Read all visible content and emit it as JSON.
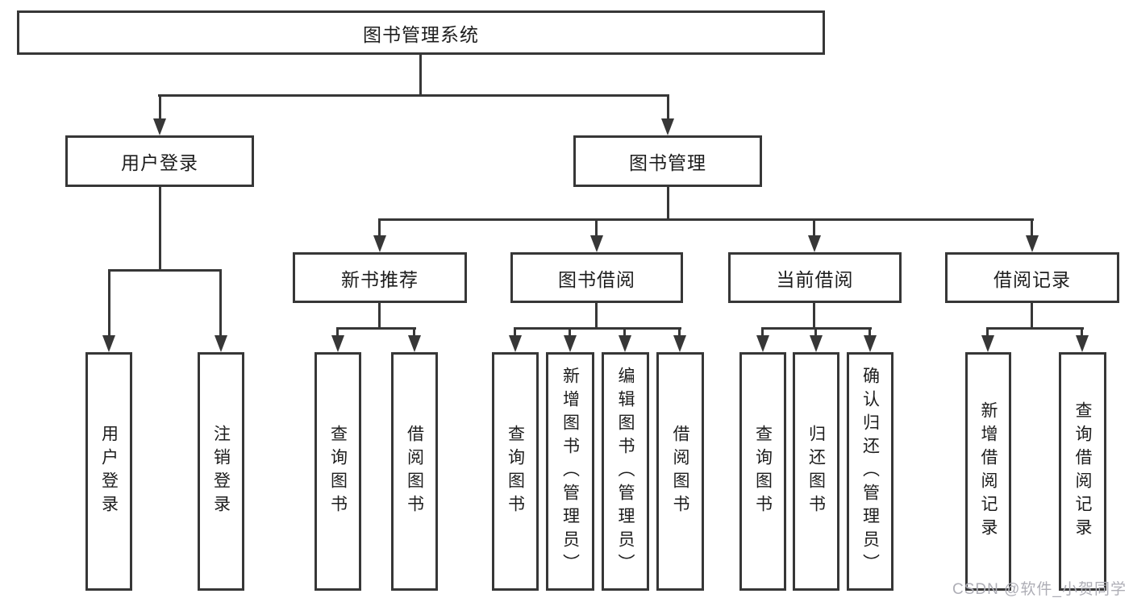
{
  "diagram": {
    "root": "图书管理系统",
    "branches": [
      {
        "label": "用户登录",
        "children": [
          "用户登录",
          "注销登录"
        ]
      },
      {
        "label": "图书管理",
        "groups": [
          {
            "label": "新书推荐",
            "children": [
              "查询图书",
              "借阅图书"
            ]
          },
          {
            "label": "图书借阅",
            "children": [
              "查询图书",
              "新增图书（管理员）",
              "编辑图书（管理员）",
              "借阅图书"
            ]
          },
          {
            "label": "当前借阅",
            "children": [
              "查询图书",
              "归还图书",
              "确认归还（管理员）"
            ]
          },
          {
            "label": "借阅记录",
            "children": [
              "新增借阅记录",
              "查询借阅记录"
            ]
          }
        ]
      }
    ]
  },
  "watermark": {
    "text": "CSDN @软件_小贺同学"
  },
  "colors": {
    "line": "#373737",
    "text": "#1d1d1d",
    "watermark": "#aeaeb6",
    "background": "#ffffff"
  }
}
